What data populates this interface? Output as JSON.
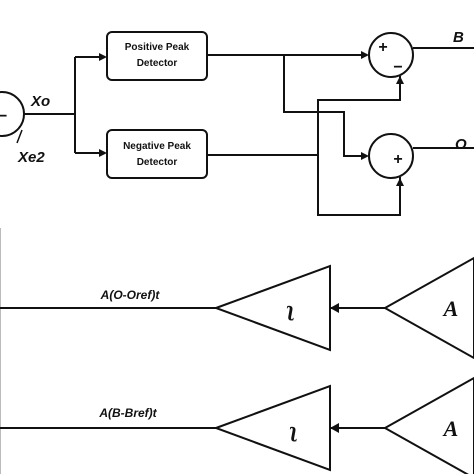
{
  "blocks": {
    "positive_peak_detector": [
      "Positive Peak",
      "Detector"
    ],
    "negative_peak_detector": [
      "Negative Peak",
      "Detector"
    ]
  },
  "signals": {
    "xo": "Xo",
    "xe2": "Xe2",
    "b": "B",
    "o": "O"
  },
  "operators": {
    "left_minus": "−",
    "top_plus": "+",
    "top_minus": "−",
    "bottom_plus": "+"
  },
  "formulas": {
    "top": "A(O-Oref)t",
    "bottom": "A(B-Bref)t"
  },
  "amplifier_labels": {
    "integrator_symbol": "ʅ",
    "gain": "A"
  }
}
